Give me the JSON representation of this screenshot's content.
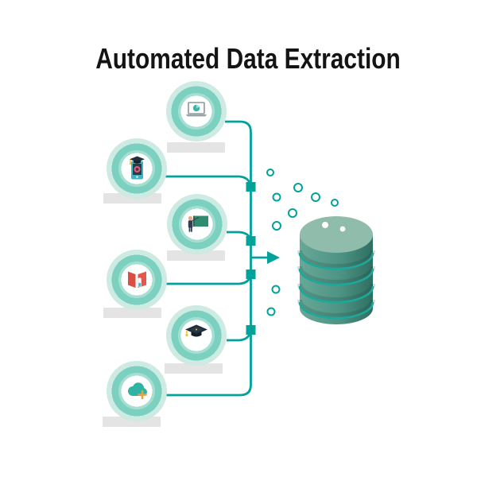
{
  "title": "Automated Data Extraction",
  "diagram": {
    "type": "flow-infographic",
    "flow": "Six circular source nodes connect through a trunk line and arrow into a database cylinder",
    "sources": [
      {
        "name": "laptop-analytics",
        "icon": "laptop-chart-icon"
      },
      {
        "name": "mobile-learning",
        "icon": "smartphone-graduation-icon"
      },
      {
        "name": "classroom-teaching",
        "icon": "teacher-blackboard-icon"
      },
      {
        "name": "textbook-science",
        "icon": "open-book-test-tube-icon"
      },
      {
        "name": "graduation",
        "icon": "graduation-cap-icon"
      },
      {
        "name": "cloud-upload",
        "icon": "cloud-plus-icon"
      }
    ],
    "target": {
      "name": "database",
      "icon": "database-cylinder-icon"
    },
    "decorations": {
      "bubble_count": 9,
      "placeholder_bars": 6,
      "junction_squares": 4
    }
  },
  "colors": {
    "accent": "#00A29A",
    "ring_outer": "#CDEAE3",
    "ring_mid": "#7BD0BF",
    "ring_inner": "#A5DFD2",
    "placeholder": "#E4E4E4",
    "db_top": "#8FBCAB",
    "db_body_light": "#68A897",
    "db_body_mid": "#4E9384",
    "db_body_dark": "#2E6F62",
    "db_groove": "#1CA99B",
    "title": "#141414"
  }
}
